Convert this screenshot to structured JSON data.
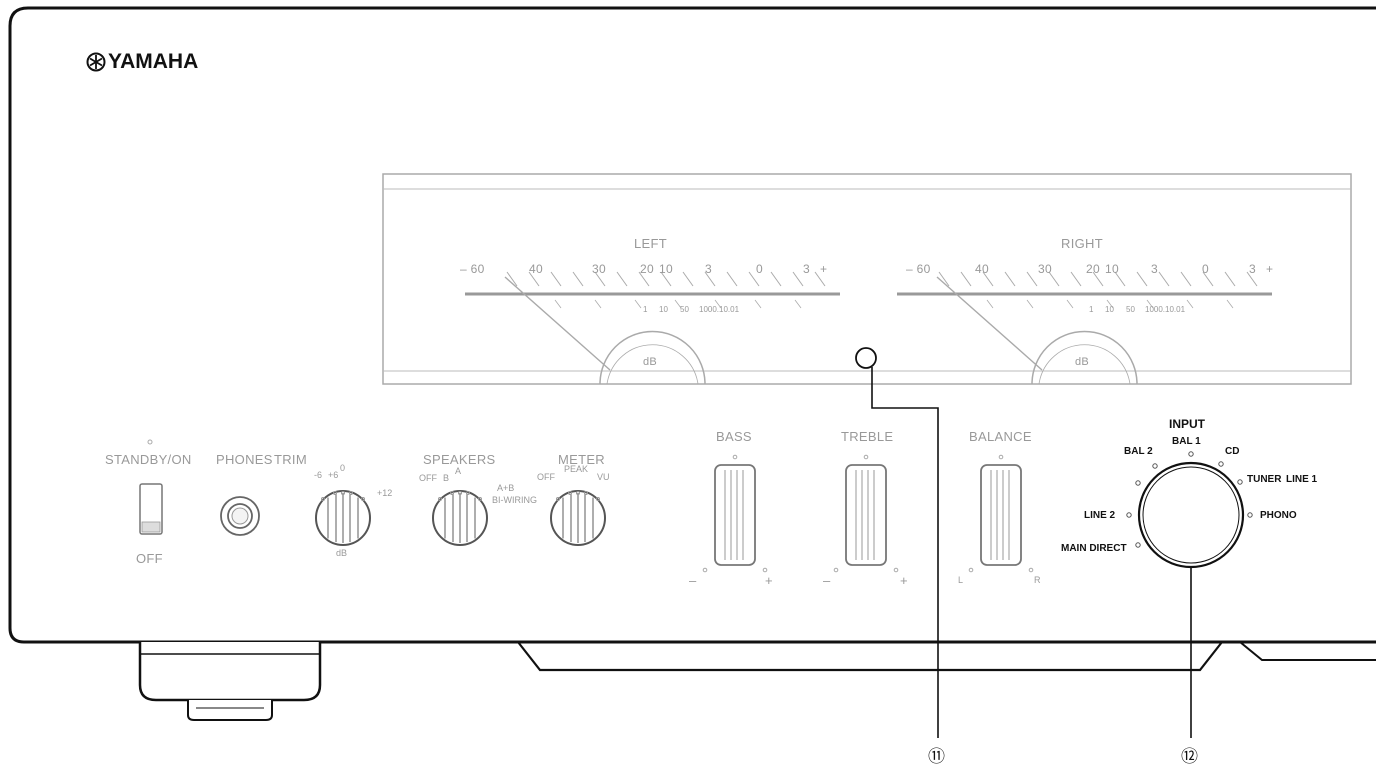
{
  "brand": {
    "name": "YAMAHA",
    "logo_icon": "tuning-fork-emblem-icon"
  },
  "meters": {
    "left": {
      "title": "LEFT",
      "db_label": "dB",
      "upper_scale": [
        "– 60",
        "40",
        "30",
        "20",
        "10",
        "3",
        "0",
        "3",
        "+"
      ],
      "lower_scale": [
        "1",
        "10",
        "50",
        "1000.10.01"
      ]
    },
    "right": {
      "title": "RIGHT",
      "db_label": "dB",
      "upper_scale": [
        "– 60",
        "40",
        "30",
        "20",
        "10",
        "3",
        "0",
        "3",
        "+"
      ],
      "lower_scale": [
        "1",
        "10",
        "50",
        "1000.10.01"
      ]
    }
  },
  "controls": {
    "standby": {
      "label": "STANDBY/ON",
      "off": "OFF"
    },
    "phones": {
      "label": "PHONES"
    },
    "trim": {
      "label": "TRIM",
      "marks": [
        "-6",
        "+6",
        "0",
        "+12"
      ],
      "unit": "dB"
    },
    "speakers": {
      "label": "SPEAKERS",
      "marks": [
        "OFF",
        "B",
        "A",
        "A+B",
        "BI-WIRING"
      ]
    },
    "meter": {
      "label": "METER",
      "marks": [
        "OFF",
        "PEAK",
        "VU"
      ]
    },
    "bass": {
      "label": "BASS",
      "minus": "–",
      "plus": "+"
    },
    "treble": {
      "label": "TREBLE",
      "minus": "–",
      "plus": "+"
    },
    "balance": {
      "label": "BALANCE",
      "left": "L",
      "right": "R"
    },
    "input": {
      "label": "INPUT",
      "options": [
        "BAL 2",
        "BAL 1",
        "CD",
        "TUNER",
        "LINE 1",
        "LINE 2",
        "PHONO",
        "MAIN DIRECT"
      ]
    }
  },
  "callouts": {
    "eleven": "⑪",
    "twelve": "⑫"
  }
}
